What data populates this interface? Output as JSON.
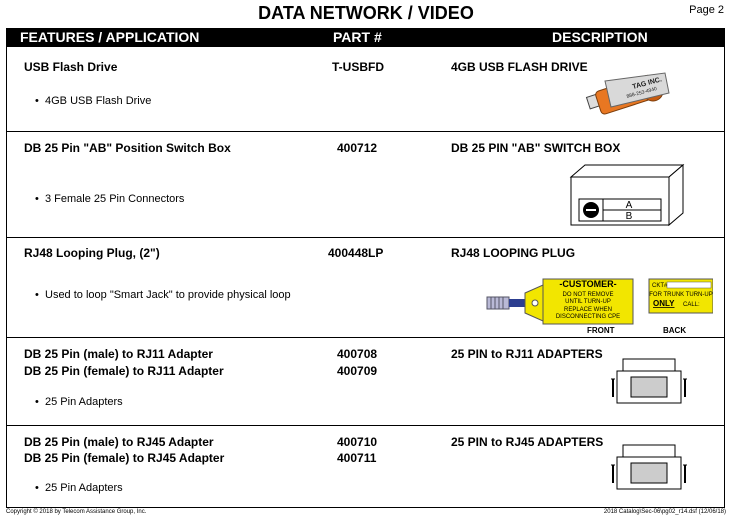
{
  "header": {
    "title": "DATA NETWORK / VIDEO",
    "page": "Page 2"
  },
  "columns": {
    "features": "FEATURES / APPLICATION",
    "part": "PART #",
    "description": "DESCRIPTION"
  },
  "rows": [
    {
      "features": [
        "USB Flash Drive"
      ],
      "parts": [
        "T-USBFD"
      ],
      "description": "4GB USB FLASH DRIVE",
      "bullet": "4GB USB Flash Drive",
      "art": {
        "brand": "TAG INC.",
        "phone": "888-253-4940"
      }
    },
    {
      "features": [
        "DB 25 Pin \"AB\" Position Switch Box"
      ],
      "parts": [
        "400712"
      ],
      "description": "DB 25 PIN \"AB\" SWITCH BOX",
      "bullet": "3 Female 25 Pin Connectors",
      "art": {
        "a": "A",
        "b": "B"
      }
    },
    {
      "features": [
        "RJ48 Looping Plug, (2\")"
      ],
      "parts": [
        "400448LP"
      ],
      "description": "RJ48 LOOPING PLUG",
      "bullet": "Used to loop \"Smart Jack\" to provide physical loop",
      "art": {
        "front_title": "-CUSTOMER-",
        "front_l1": "DO NOT REMOVE",
        "front_l2": "UNTIL TURN-UP",
        "front_l3": "REPLACE WHEN",
        "front_l4": "DISCONNECTING CPE",
        "back_ckt": "CKT#",
        "back_l1": "FOR TRUNK TURN-UP",
        "back_only": "ONLY",
        "back_call": "CALL:",
        "front_label": "FRONT",
        "back_label": "BACK"
      }
    },
    {
      "features": [
        "DB 25 Pin (male) to RJ11 Adapter",
        "DB 25 Pin (female) to RJ11 Adapter"
      ],
      "parts": [
        "400708",
        "400709"
      ],
      "description": "25 PIN to RJ11 ADAPTERS",
      "bullet": "25 Pin Adapters"
    },
    {
      "features": [
        "DB 25 Pin (male) to RJ45 Adapter",
        "DB 25 Pin (female) to RJ45 Adapter"
      ],
      "parts": [
        "400710",
        "400711"
      ],
      "description": "25 PIN to RJ45 ADAPTERS",
      "bullet": "25 Pin Adapters"
    }
  ],
  "footer": {
    "copyright": "Copyright © 2018 by Telecom Assistance Group, Inc.",
    "file": "2018 Catalog\\Sec-06\\pg02_r14.dsf (12/06/18)"
  },
  "colors": {
    "header_bg": "#000000",
    "usb_orange": "#e87722",
    "tag_yellow": "#f2e600"
  }
}
